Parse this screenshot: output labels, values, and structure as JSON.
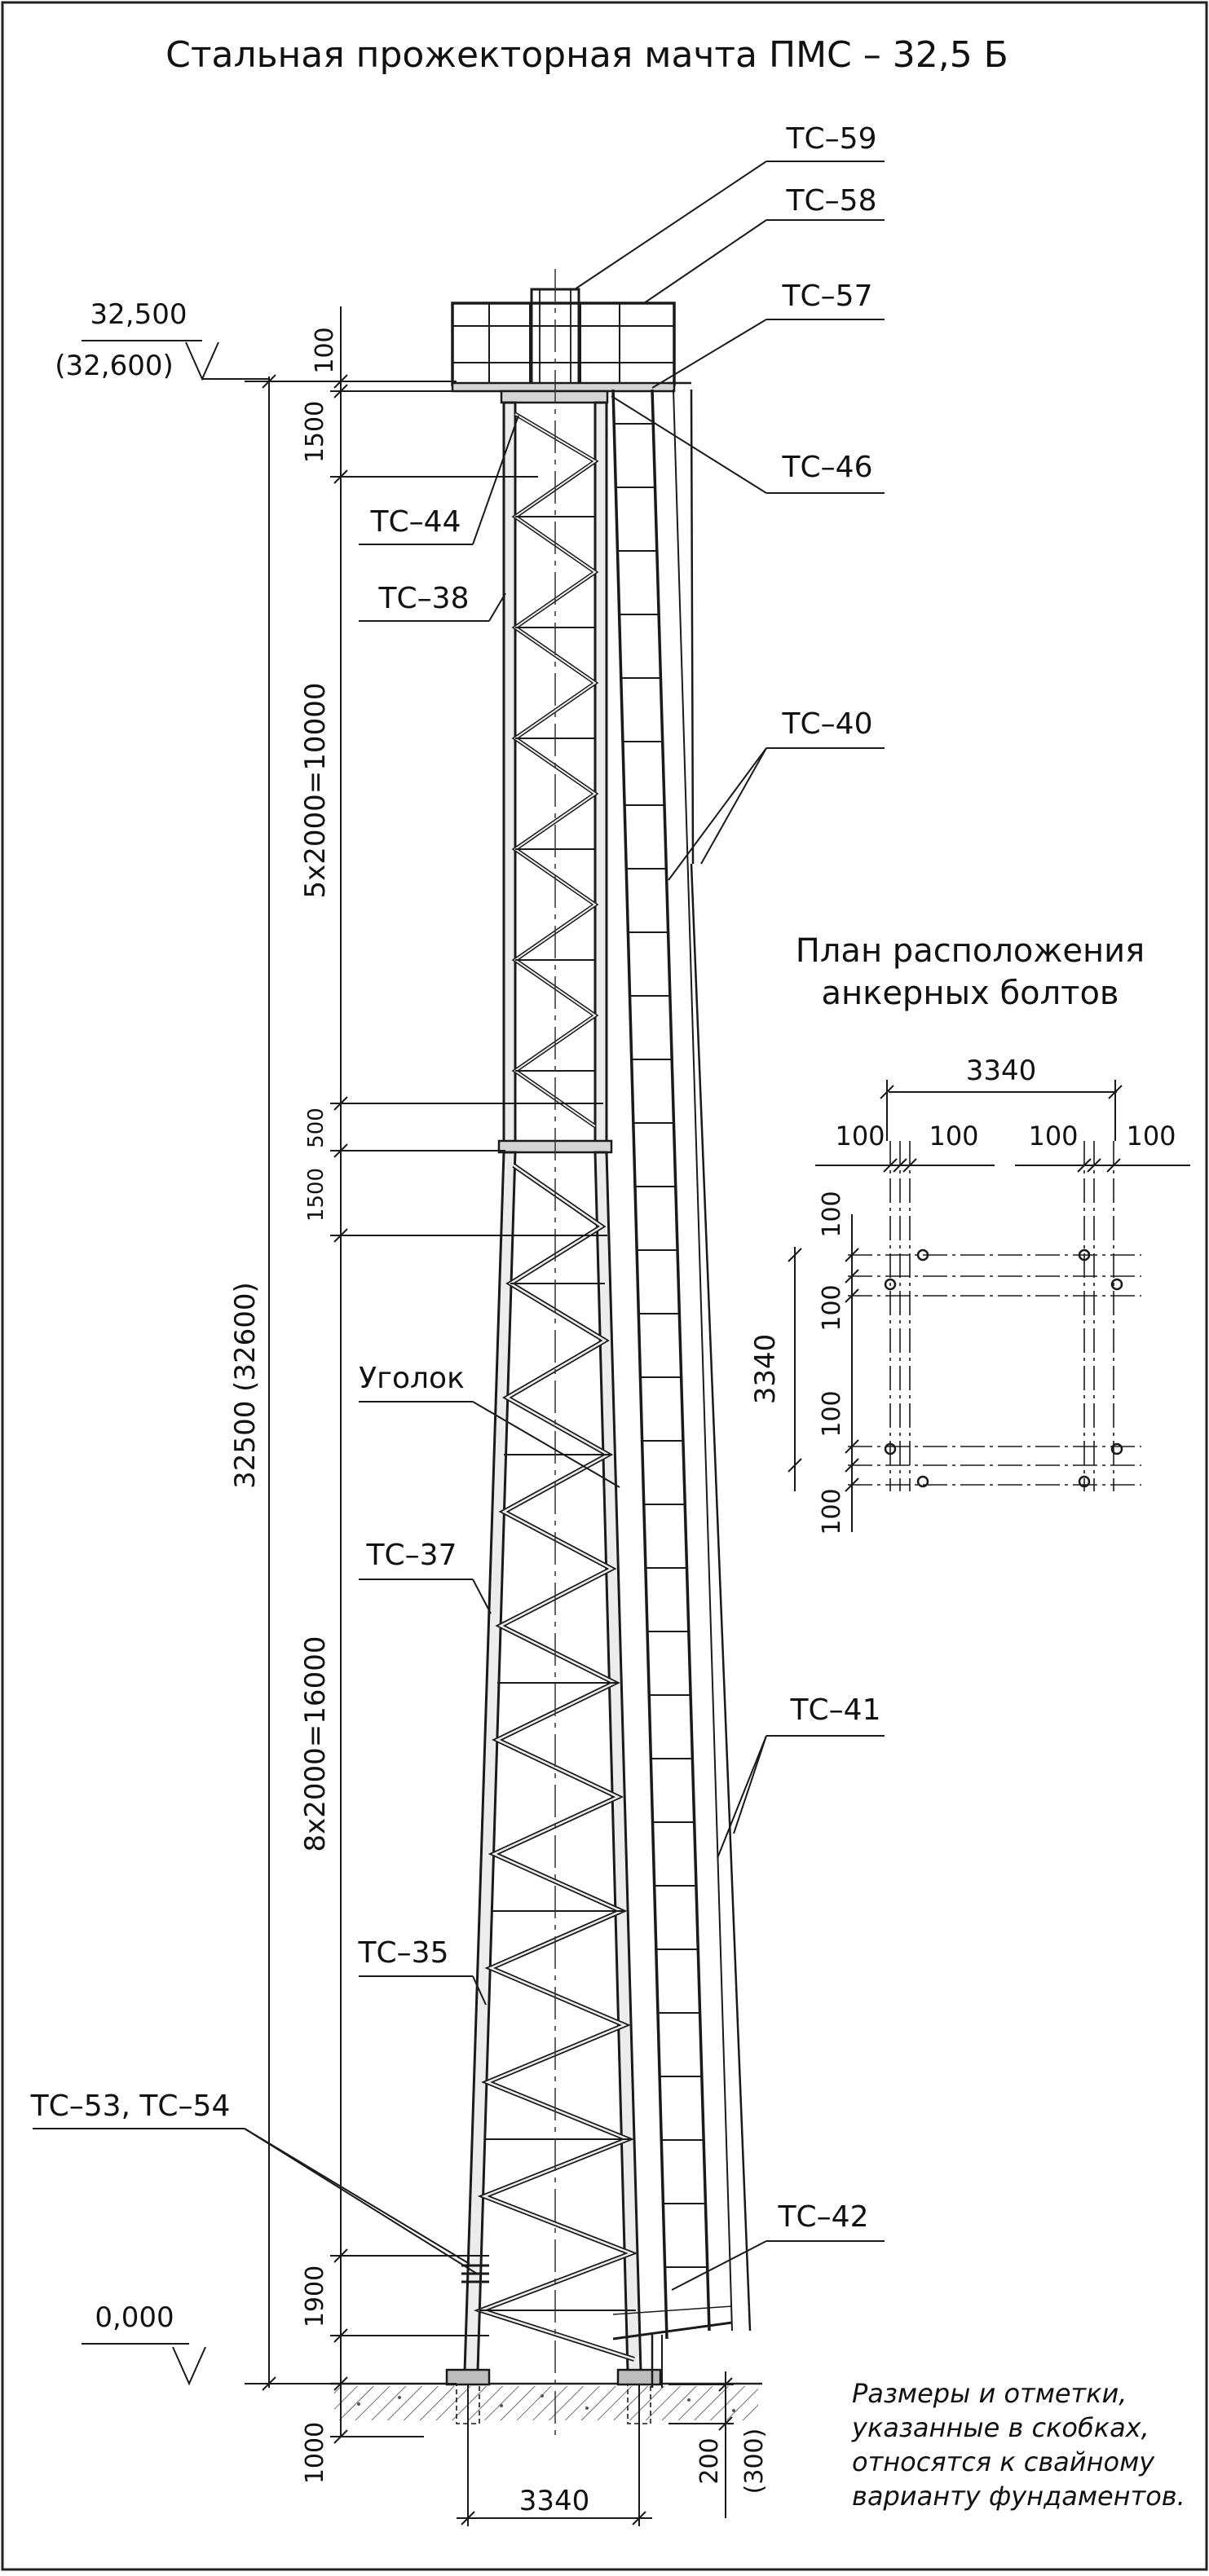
{
  "title": "Стальная прожекторная мачта ПМС – 32,5 Б",
  "callouts": {
    "tc59": "ТС–59",
    "tc58": "ТС–58",
    "tc57": "ТС–57",
    "tc46": "ТС–46",
    "tc44": "ТС–44",
    "tc38": "ТС–38",
    "tc40": "ТС–40",
    "ugolok": "Уголок",
    "tc37": "ТС–37",
    "tc41": "ТС–41",
    "tc35": "ТС–35",
    "tc53_54": "ТС–53, ТС–54",
    "tc42": "ТС–42"
  },
  "levels": {
    "top": "32,500",
    "top_alt": "(32,600)",
    "ground": "0,000"
  },
  "dimensions": {
    "d100": "100",
    "d1500_top": "1500",
    "d5x2000": "5х2000=10000",
    "d500": "500",
    "d1500_mid": "1500",
    "d8x2000": "8х2000=16000",
    "d1900": "1900",
    "d1000": "1000",
    "d_total": "32500   (32600)",
    "base_width": "3340",
    "d200": "200",
    "d300": "(300)"
  },
  "plan": {
    "title_line1": "План расположения",
    "title_line2": "анкерных болтов",
    "width": "3340",
    "height": "3340",
    "top_dims": [
      "100",
      "100",
      "100",
      "100"
    ],
    "left_dims": [
      "100",
      "100",
      "100",
      "100"
    ]
  },
  "note": {
    "line1": "Размеры и отметки,",
    "line2": "указанные в скобках,",
    "line3": "относятся к свайному",
    "line4": "варианту фундаментов."
  }
}
